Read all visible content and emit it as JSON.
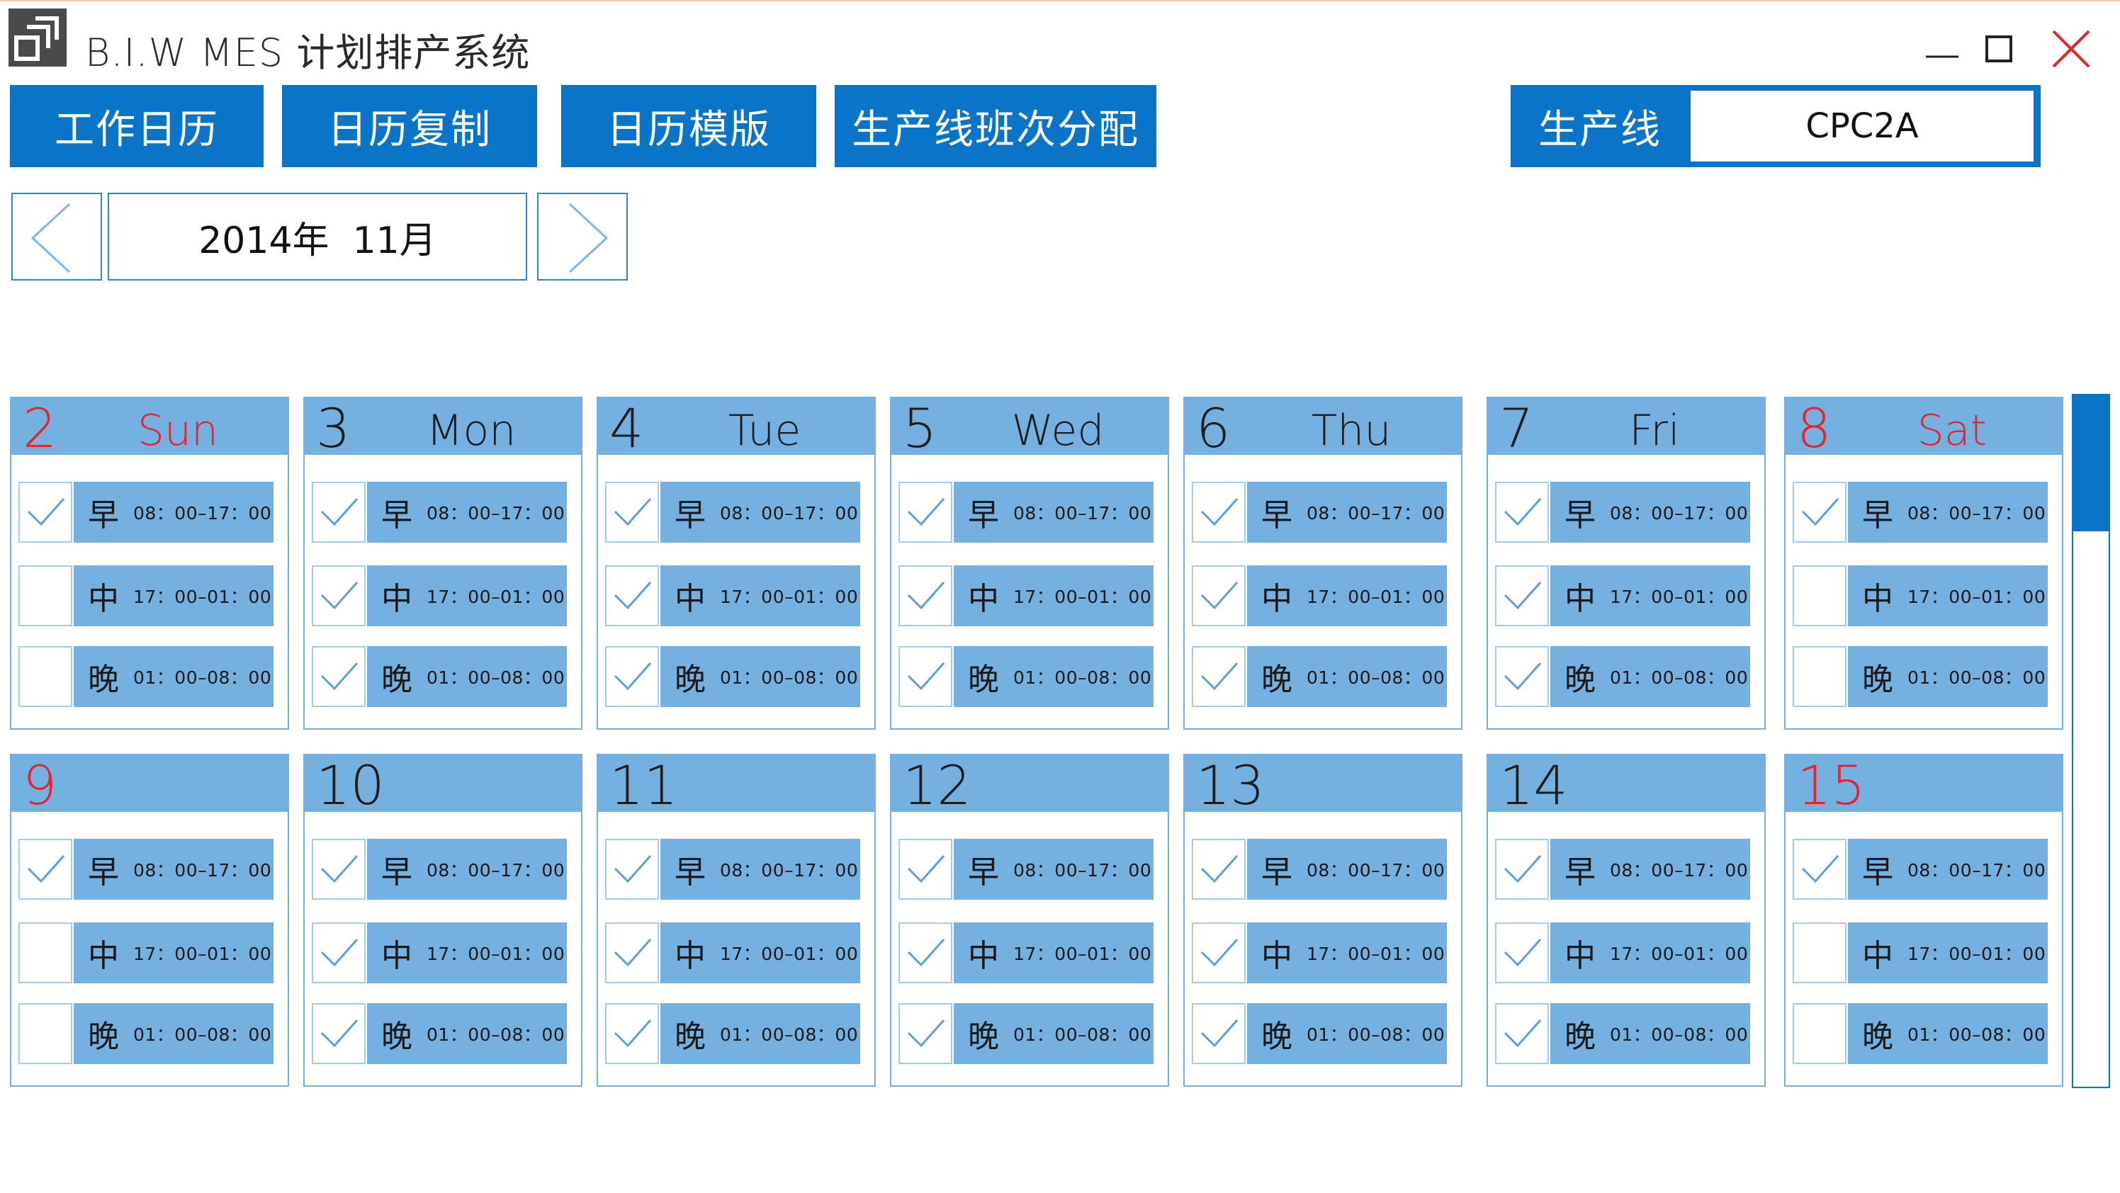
{
  "window": {
    "title": "B.I.W MES 计划排产系统"
  },
  "nav": {
    "items": [
      {
        "label": "工作日历"
      },
      {
        "label": "日历复制"
      },
      {
        "label": "日历模版"
      },
      {
        "label": "生产线班次分配"
      }
    ]
  },
  "production_line": {
    "label": "生产线",
    "value": "CPC2A"
  },
  "month": {
    "label": "2014年  11月"
  },
  "icons": {
    "logo": "app-logo-icon",
    "minimize": "minimize-icon",
    "maximize": "maximize-icon",
    "close": "close-icon",
    "prev": "chevron-left-icon",
    "next": "chevron-right-icon",
    "check": "checkmark-icon"
  },
  "colors": {
    "primary": "#0a74c8",
    "cell": "#74b0e0",
    "weekend_text": "#e8232a",
    "close": "#e8232a"
  },
  "calendar": {
    "weeks": [
      [
        {
          "day": "2",
          "weekday": "Sun",
          "weekend": true,
          "shifts": [
            {
              "name": "早",
              "time": "08：00–17：00",
              "checked": true
            },
            {
              "name": "中",
              "time": "17：00–01：00",
              "checked": false
            },
            {
              "name": "晚",
              "time": "01：00–08：00",
              "checked": false
            }
          ]
        },
        {
          "day": "3",
          "weekday": "Mon",
          "weekend": false,
          "shifts": [
            {
              "name": "早",
              "time": "08：00–17：00",
              "checked": true
            },
            {
              "name": "中",
              "time": "17：00–01：00",
              "checked": true
            },
            {
              "name": "晚",
              "time": "01：00–08：00",
              "checked": true
            }
          ]
        },
        {
          "day": "4",
          "weekday": "Tue",
          "weekend": false,
          "shifts": [
            {
              "name": "早",
              "time": "08：00–17：00",
              "checked": true
            },
            {
              "name": "中",
              "time": "17：00–01：00",
              "checked": true
            },
            {
              "name": "晚",
              "time": "01：00–08：00",
              "checked": true
            }
          ]
        },
        {
          "day": "5",
          "weekday": "Wed",
          "weekend": false,
          "shifts": [
            {
              "name": "早",
              "time": "08：00–17：00",
              "checked": true
            },
            {
              "name": "中",
              "time": "17：00–01：00",
              "checked": true
            },
            {
              "name": "晚",
              "time": "01：00–08：00",
              "checked": true
            }
          ]
        },
        {
          "day": "6",
          "weekday": "Thu",
          "weekend": false,
          "shifts": [
            {
              "name": "早",
              "time": "08：00–17：00",
              "checked": true
            },
            {
              "name": "中",
              "time": "17：00–01：00",
              "checked": true
            },
            {
              "name": "晚",
              "time": "01：00–08：00",
              "checked": true
            }
          ]
        },
        {
          "day": "7",
          "weekday": "Fri",
          "weekend": false,
          "shifts": [
            {
              "name": "早",
              "time": "08：00–17：00",
              "checked": true
            },
            {
              "name": "中",
              "time": "17：00–01：00",
              "checked": true
            },
            {
              "name": "晚",
              "time": "01：00–08：00",
              "checked": true
            }
          ]
        },
        {
          "day": "8",
          "weekday": "Sat",
          "weekend": true,
          "shifts": [
            {
              "name": "早",
              "time": "08：00–17：00",
              "checked": true
            },
            {
              "name": "中",
              "time": "17：00–01：00",
              "checked": false
            },
            {
              "name": "晚",
              "time": "01：00–08：00",
              "checked": false
            }
          ]
        }
      ],
      [
        {
          "day": "9",
          "weekday": "",
          "weekend": true,
          "shifts": [
            {
              "name": "早",
              "time": "08：00–17：00",
              "checked": true
            },
            {
              "name": "中",
              "time": "17：00–01：00",
              "checked": false
            },
            {
              "name": "晚",
              "time": "01：00–08：00",
              "checked": false
            }
          ]
        },
        {
          "day": "10",
          "weekday": "",
          "weekend": false,
          "shifts": [
            {
              "name": "早",
              "time": "08：00–17：00",
              "checked": true
            },
            {
              "name": "中",
              "time": "17：00–01：00",
              "checked": true
            },
            {
              "name": "晚",
              "time": "01：00–08：00",
              "checked": true
            }
          ]
        },
        {
          "day": "11",
          "weekday": "",
          "weekend": false,
          "shifts": [
            {
              "name": "早",
              "time": "08：00–17：00",
              "checked": true
            },
            {
              "name": "中",
              "time": "17：00–01：00",
              "checked": true
            },
            {
              "name": "晚",
              "time": "01：00–08：00",
              "checked": true
            }
          ]
        },
        {
          "day": "12",
          "weekday": "",
          "weekend": false,
          "shifts": [
            {
              "name": "早",
              "time": "08：00–17：00",
              "checked": true
            },
            {
              "name": "中",
              "time": "17：00–01：00",
              "checked": true
            },
            {
              "name": "晚",
              "time": "01：00–08：00",
              "checked": true
            }
          ]
        },
        {
          "day": "13",
          "weekday": "",
          "weekend": false,
          "shifts": [
            {
              "name": "早",
              "time": "08：00–17：00",
              "checked": true
            },
            {
              "name": "中",
              "time": "17：00–01：00",
              "checked": true
            },
            {
              "name": "晚",
              "time": "01：00–08：00",
              "checked": true
            }
          ]
        },
        {
          "day": "14",
          "weekday": "",
          "weekend": false,
          "shifts": [
            {
              "name": "早",
              "time": "08：00–17：00",
              "checked": true
            },
            {
              "name": "中",
              "time": "17：00–01：00",
              "checked": true
            },
            {
              "name": "晚",
              "time": "01：00–08：00",
              "checked": true
            }
          ]
        },
        {
          "day": "15",
          "weekday": "",
          "weekend": true,
          "shifts": [
            {
              "name": "早",
              "time": "08：00–17：00",
              "checked": true
            },
            {
              "name": "中",
              "time": "17：00–01：00",
              "checked": false
            },
            {
              "name": "晚",
              "time": "01：00–08：00",
              "checked": false
            }
          ]
        }
      ]
    ]
  },
  "scroll": {
    "position": 0
  }
}
